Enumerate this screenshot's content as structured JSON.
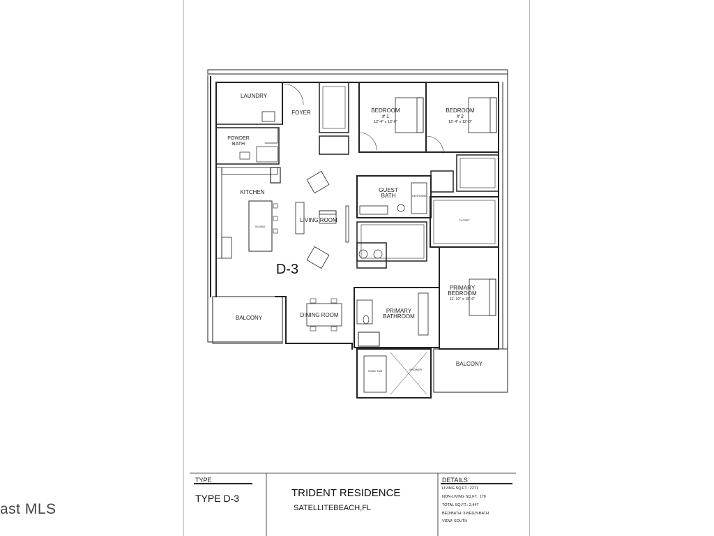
{
  "watermark": "ast MLS",
  "plan": {
    "unit_label": "D-3",
    "rooms": {
      "laundry": "LAUNDRY",
      "foyer": "FOYER",
      "powder_bath_1": "POWDER",
      "powder_bath_2": "BATH",
      "kitchen": "KITCHEN",
      "living_room": "LIVING ROOM",
      "dining_room": "DINING ROOM",
      "balcony_left": "BALCONY",
      "balcony_right": "BALCONY",
      "bedroom1_name": "BEDROOM",
      "bedroom1_num": "# 1",
      "bedroom1_size": "12'-4\" x 12'-0\"",
      "bedroom2_name": "BEDROOM",
      "bedroom2_num": "# 2",
      "bedroom2_size": "12'-4\" x 12'-0\"",
      "guest_bath_1": "GUEST",
      "guest_bath_2": "BATH",
      "primary_bedroom_1": "PRIMARY",
      "primary_bedroom_2": "BEDROOM",
      "primary_bedroom_size": "11'-10\" x 15'-6\"",
      "primary_bathroom_1": "PRIMARY",
      "primary_bathroom_2": "BATHROOM",
      "island": "ISLAND",
      "closet": "CLOSET",
      "soak_tub": "SOAK TUB",
      "shower": "SHOWER",
      "tub_shower": "TUB SHOWER"
    }
  },
  "title_block": {
    "type_label": "TYPE",
    "type_value": "TYPE D-3",
    "project_name": "TRIDENT RESIDENCE",
    "project_location": "SATELLITEBEACH,FL",
    "details_label": "DETAILS",
    "details": [
      "LIVING SQ.FT.: 2271",
      "NON-LIVING SQ.FT.: 176",
      "TOTAL SQ.FT.: 2,447",
      "BED/BATH: 3-BED/3-BATH",
      "VIEW: SOUTH"
    ]
  }
}
